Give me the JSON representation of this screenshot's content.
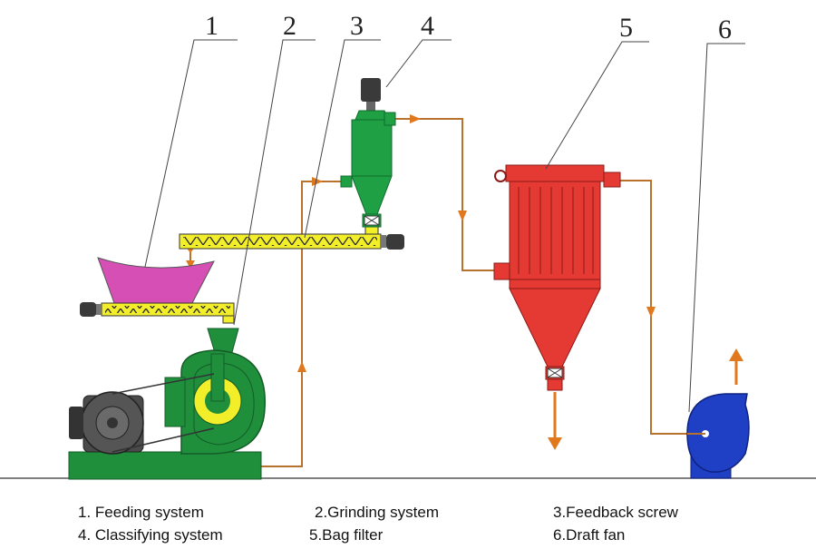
{
  "callouts": [
    {
      "num": "1",
      "label": "Feeding system"
    },
    {
      "num": "2",
      "label": "Grinding system"
    },
    {
      "num": "3",
      "label": "Feedback screw"
    },
    {
      "num": "4",
      "label": "Classifying system"
    },
    {
      "num": "5",
      "label": "Bag filter"
    },
    {
      "num": "6",
      "label": "Draft fan"
    }
  ],
  "legend": {
    "row1": [
      "1. Feeding system",
      "2.Grinding system",
      "3.Feedback screw"
    ],
    "row2": [
      "4. Classifying system",
      "5.Bag filter",
      "6.Draft fan"
    ]
  },
  "colors": {
    "hopper": "#d64fb4",
    "screw": "#f2ee2a",
    "mill": "#1f8f3c",
    "classifier": "#1fa045",
    "bag_filter": "#e53a33",
    "fan": "#1f3fc4",
    "pipe": "#b8722e",
    "arrow": "#e0781e",
    "motor": "#444444"
  }
}
